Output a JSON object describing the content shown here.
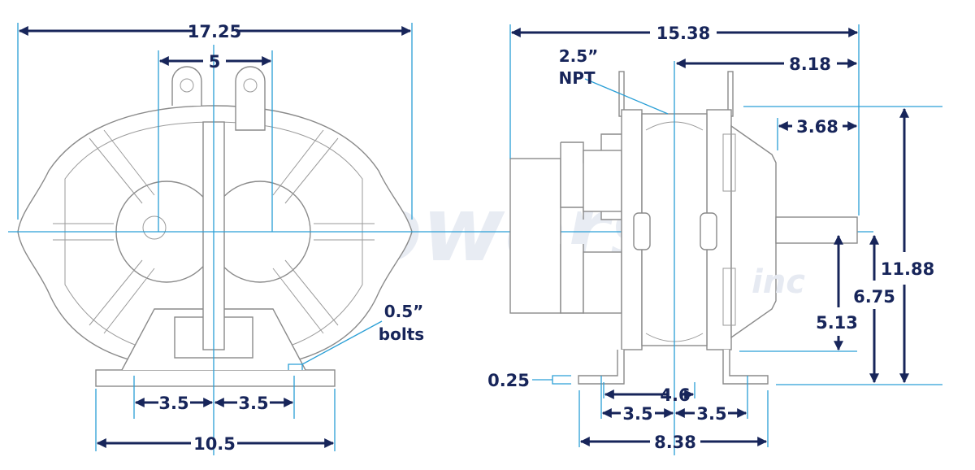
{
  "watermark": {
    "brand": "pdblowers",
    "suffix": "inc"
  },
  "front_view": {
    "overall_width": "17.25",
    "port_spacing": "5",
    "bolt_left": "3.5",
    "bolt_right": "3.5",
    "base_width": "10.5",
    "bolts_label_line1": "0.5”",
    "bolts_label_line2": "bolts"
  },
  "side_view": {
    "overall_length": "15.38",
    "npt_line1": "2.5”",
    "npt_line2": "NPT",
    "center_to_shaft_end": "8.18",
    "shaft_length": "3.68",
    "overall_height": "11.88",
    "shaft_height": "6.75",
    "shaft_to_flange": "5.13",
    "foot_thickness": "0.25",
    "foot_inner_span": "4.6",
    "bolt_left": "3.5",
    "bolt_right": "3.5",
    "foot_outer_span": "8.38"
  },
  "colors": {
    "dimension": "#17255a",
    "guide": "#2a9fd6",
    "drawing": "#8a8a8a"
  }
}
